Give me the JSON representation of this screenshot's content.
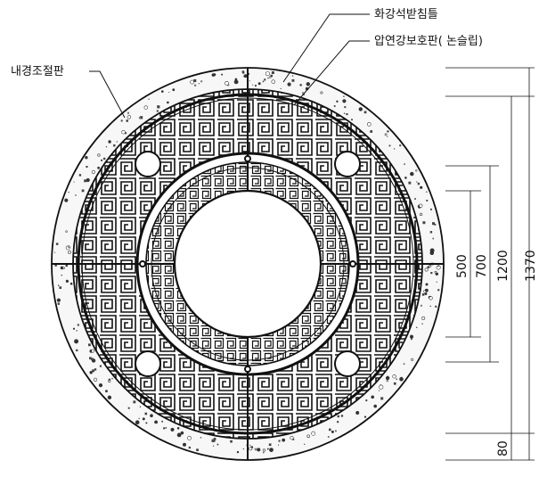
{
  "labels": {
    "granite_frame": "화강석받침틀",
    "rice_paddy_plate": "압연강보호판( 논슬립)",
    "inner_adjust_plate": "내경조절판"
  },
  "dimensions": {
    "d500": "500",
    "d700": "700",
    "d1200": "1200",
    "d1370": "1370",
    "d80": "80"
  },
  "colors": {
    "line": "#111111",
    "stone_ring": "#f5f5f5",
    "speckle": "#333333"
  }
}
